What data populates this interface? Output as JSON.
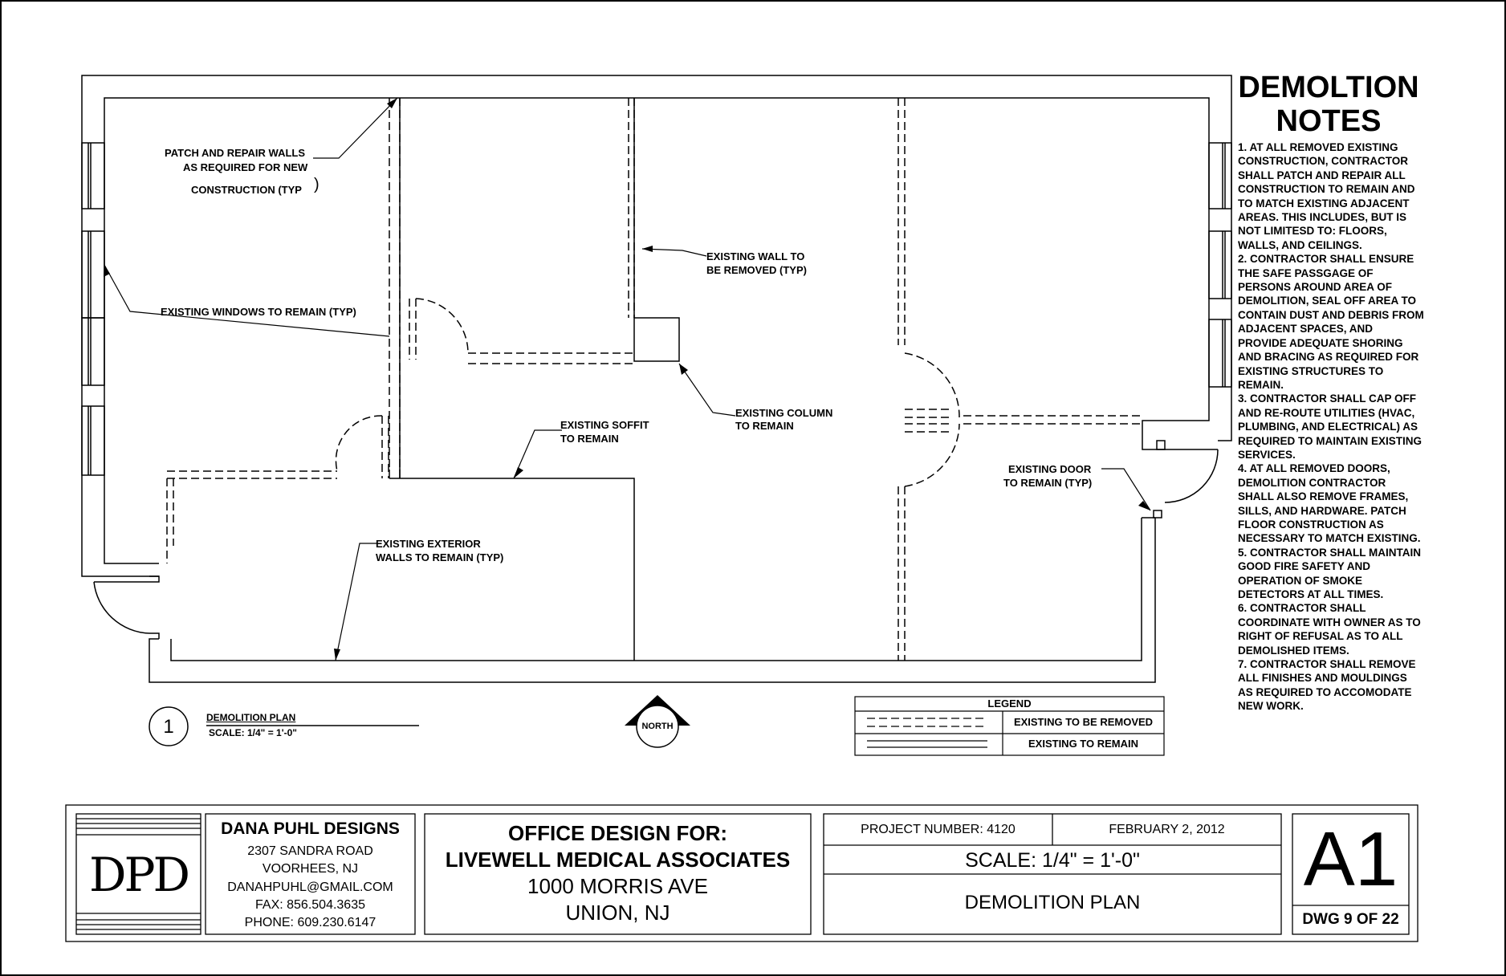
{
  "notes": {
    "title_line1": "DEMOLTION",
    "title_line2": "NOTES",
    "items": [
      "1. AT ALL REMOVED EXISTING CONSTRUCTION, CONTRACTOR SHALL PATCH AND REPAIR ALL CONSTRUCTION TO REMAIN AND TO MATCH EXISTING ADJACENT AREAS. THIS INCLUDES, BUT IS NOT LIMITESD TO: FLOORS, WALLS, AND CEILINGS.",
      "2. CONTRACTOR SHALL ENSURE THE SAFE PASSGAGE OF PERSONS AROUND AREA OF DEMOLITION, SEAL OFF AREA TO CONTAIN DUST AND DEBRIS FROM ADJACENT SPACES, AND PROVIDE ADEQUATE SHORING AND BRACING AS REQUIRED FOR EXISTING STRUCTURES TO REMAIN.",
      "3. CONTRACTOR SHALL CAP OFF AND RE-ROUTE UTILITIES (HVAC, PLUMBING, AND ELECTRICAL) AS REQUIRED TO MAINTAIN EXISTING SERVICES.",
      "4. AT ALL REMOVED DOORS, DEMOLITION CONTRACTOR SHALL ALSO REMOVE FRAMES, SILLS, AND HARDWARE. PATCH FLOOR CONSTRUCTION AS NECESSARY TO MATCH EXISTING.",
      "5. CONTRACTOR SHALL MAINTAIN GOOD FIRE SAFETY AND OPERATION OF SMOKE DETECTORS AT ALL TIMES.",
      "6. CONTRACTOR SHALL COORDINATE WITH OWNER AS TO RIGHT OF REFUSAL AS TO ALL DEMOLISHED ITEMS.",
      "7. CONTRACTOR SHALL REMOVE ALL FINISHES AND MOULDINGS AS REQUIRED TO ACCOMODATE NEW WORK."
    ]
  },
  "callouts": {
    "patch_1": "PATCH AND REPAIR WALLS",
    "patch_2": "AS REQUIRED FOR NEW",
    "patch_3": "CONSTRUCTION (TYP",
    "patch_paren": ")",
    "windows": "EXISTING WINDOWS TO REMAIN (TYP)",
    "wall_removed_1": "EXISTING WALL TO",
    "wall_removed_2": "BE REMOVED (TYP)",
    "column_1": "EXISTING COLUMN",
    "column_2": "TO REMAIN",
    "soffit_1": "EXISTING SOFFIT",
    "soffit_2": "TO REMAIN",
    "door_1": "EXISTING DOOR",
    "door_2": "TO REMAIN (TYP)",
    "exterior_1": "EXISTING EXTERIOR",
    "exterior_2": "WALLS TO REMAIN (TYP)"
  },
  "plan_title": {
    "number": "1",
    "name": "DEMOLITION PLAN",
    "scale": "SCALE:  1/4\" = 1'-0\""
  },
  "north": "NORTH",
  "legend": {
    "title": "LEGEND",
    "removed": "EXISTING TO BE REMOVED",
    "remain": "EXISTING TO REMAIN"
  },
  "title_block": {
    "logo": "DPD",
    "company": "DANA PUHL DESIGNS",
    "address1": "2307 SANDRA ROAD",
    "address2": "VOORHEES, NJ",
    "email": "DANAHPUHL@GMAIL.COM",
    "fax": "FAX: 856.504.3635",
    "phone": "PHONE: 609.230.6147",
    "project_heading": "OFFICE DESIGN FOR:",
    "client": "LIVEWELL MEDICAL ASSOCIATES",
    "street": "1000 MORRIS AVE",
    "city": "UNION, NJ",
    "project_number": "PROJECT NUMBER: 4120",
    "date": "FEBRUARY 2, 2012",
    "scale": "SCALE: 1/4\" = 1'-0\"",
    "drawing_title": "DEMOLITION PLAN",
    "sheet": "A1",
    "sheet_count": "DWG 9 OF 22"
  }
}
